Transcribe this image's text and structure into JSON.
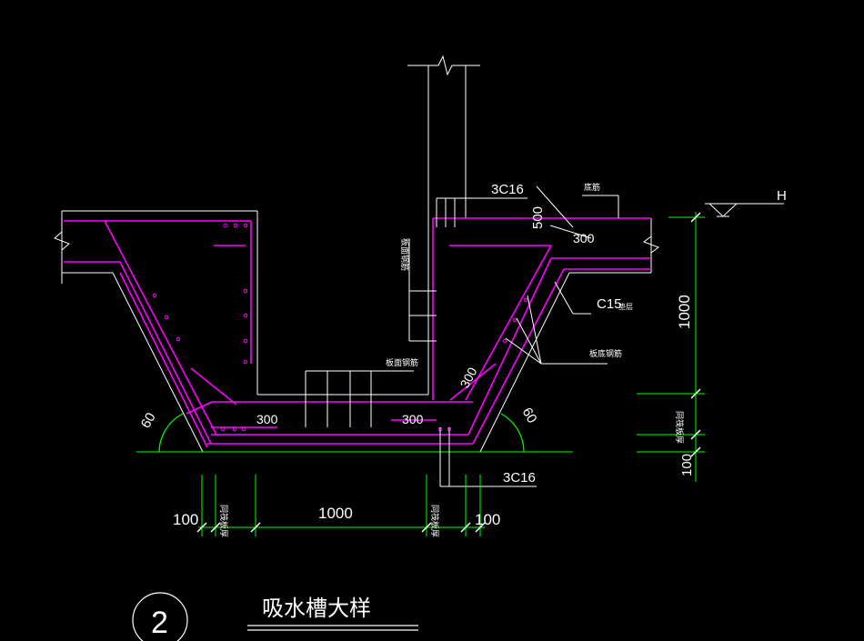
{
  "drawing": {
    "title": "吸水槽大样",
    "detail_number": "2",
    "colors": {
      "background": "#000000",
      "rebar": "#ff00ff",
      "outline": "#ffffff",
      "dimension": "#00ff00"
    },
    "labels": {
      "top_bar": "3C16",
      "bottom_bar": "3C16",
      "top_note": "底筋",
      "wall_note": "板面钢筋",
      "inner_note": "板面钢筋",
      "slope_note": "板底钢筋",
      "concrete": "C15",
      "concrete_sub": "垫层",
      "level": "H",
      "angle_left": "60",
      "angle_right": "60",
      "depth_500": "500",
      "lap_top": "300",
      "lap_bottom_left": "300",
      "lap_bottom_right": "300",
      "lap_slope": "300",
      "dim_1000_vertical": "1000",
      "dim_raft": "同筏板厚",
      "dim_100_right": "100",
      "dim_100_left": "100",
      "dim_raft_left": "同筏板厚",
      "dim_1000_bottom": "1000",
      "dim_raft_right": "同筏板厚",
      "dim_100_bottom_right": "100"
    }
  }
}
